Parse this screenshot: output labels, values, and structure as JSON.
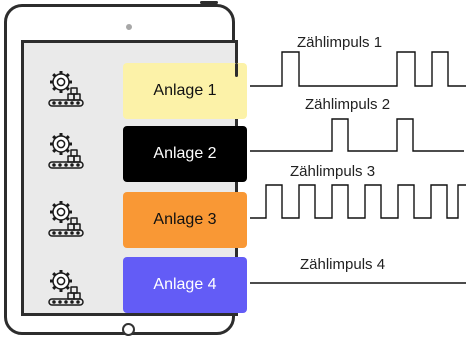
{
  "tablet": {
    "plants": [
      {
        "label": "Anlage 1",
        "bg": "#fcf2a8",
        "fg": "#111111",
        "icon": "factory-gear-icon"
      },
      {
        "label": "Anlage 2",
        "bg": "#000000",
        "fg": "#ffffff",
        "icon": "factory-gear-icon"
      },
      {
        "label": "Anlage 3",
        "bg": "#f99835",
        "fg": "#111111",
        "icon": "factory-gear-icon"
      },
      {
        "label": "Anlage 4",
        "bg": "#635cf6",
        "fg": "#ffffff",
        "icon": "factory-gear-icon"
      }
    ]
  },
  "signals": [
    {
      "label": "Zählimpuls 1"
    },
    {
      "label": "Zählimpuls 2"
    },
    {
      "label": "Zählimpuls 3"
    },
    {
      "label": "Zählimpuls 4"
    }
  ]
}
